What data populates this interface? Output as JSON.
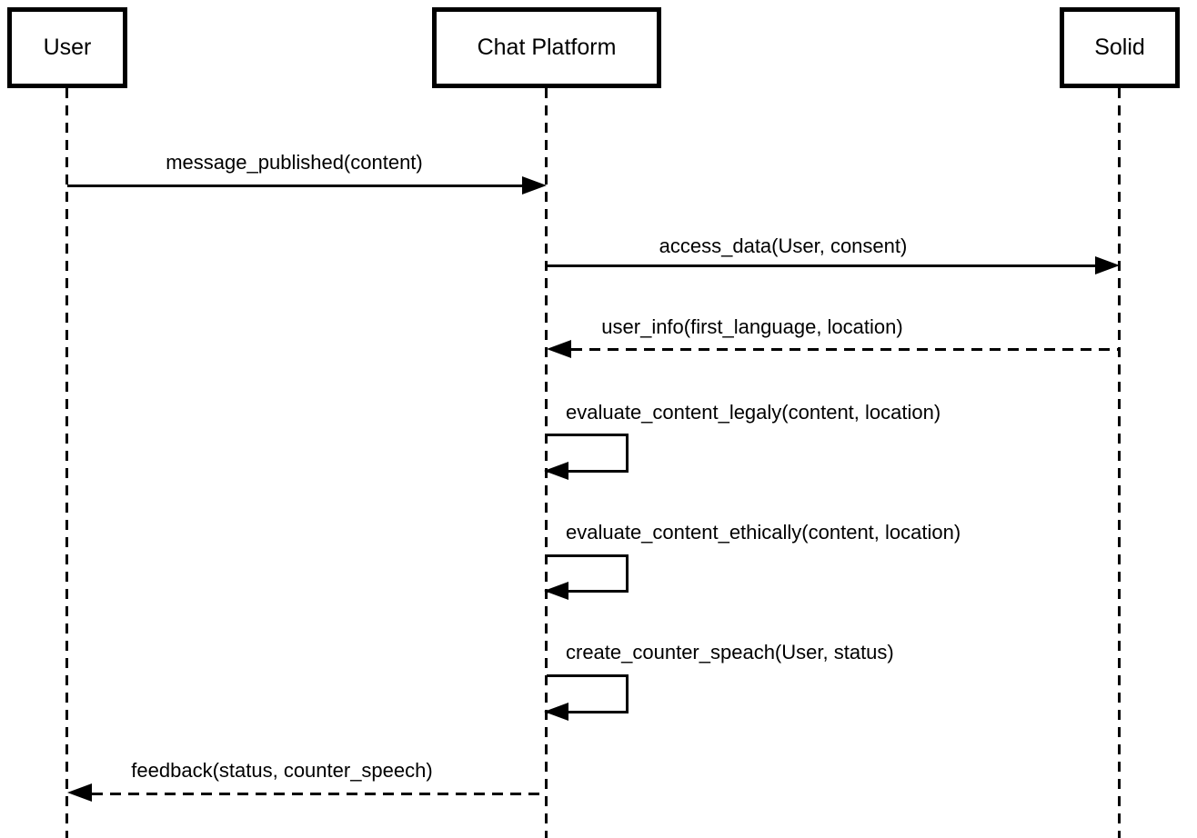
{
  "diagram": {
    "type": "uml-sequence-diagram",
    "background_color": "#ffffff",
    "line_color": "#000000",
    "participants": [
      {
        "id": "user",
        "label": "User"
      },
      {
        "id": "chat-platform",
        "label": "Chat Platform"
      },
      {
        "id": "solid",
        "label": "Solid"
      }
    ],
    "messages": [
      {
        "from": "User",
        "to": "Chat Platform",
        "style": "solid-arrow",
        "label": "message_published(content)"
      },
      {
        "from": "Chat Platform",
        "to": "Solid",
        "style": "solid-arrow",
        "label": "access_data(User, consent)"
      },
      {
        "from": "Solid",
        "to": "Chat Platform",
        "style": "dashed-arrow",
        "label": "user_info(first_language, location)"
      },
      {
        "from": "Chat Platform",
        "to": "Chat Platform",
        "style": "self-message",
        "label": "evaluate_content_legaly(content, location)"
      },
      {
        "from": "Chat Platform",
        "to": "Chat Platform",
        "style": "self-message",
        "label": "evaluate_content_ethically(content, location)"
      },
      {
        "from": "Chat Platform",
        "to": "Chat Platform",
        "style": "self-message",
        "label": "create_counter_speach(User, status)"
      },
      {
        "from": "Chat Platform",
        "to": "User",
        "style": "dashed-arrow",
        "label": "feedback(status, counter_speech)"
      }
    ]
  }
}
